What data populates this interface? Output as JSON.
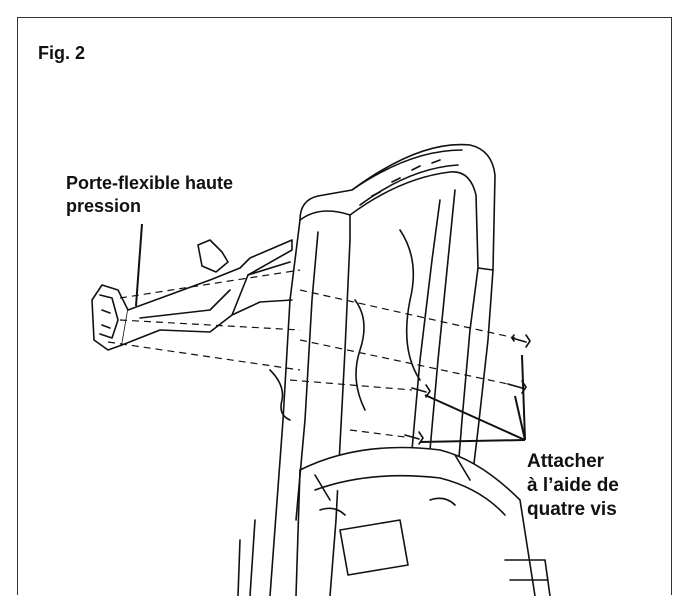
{
  "figure": {
    "label": "Fig. 2"
  },
  "callouts": {
    "hose_holder": "Porte-flexible haute\npression",
    "attach": "Attacher\nà l’aide de\nquatre vis"
  },
  "colors": {
    "line": "#111111",
    "fill": "#ffffff",
    "shade": "#e6e6e6"
  }
}
